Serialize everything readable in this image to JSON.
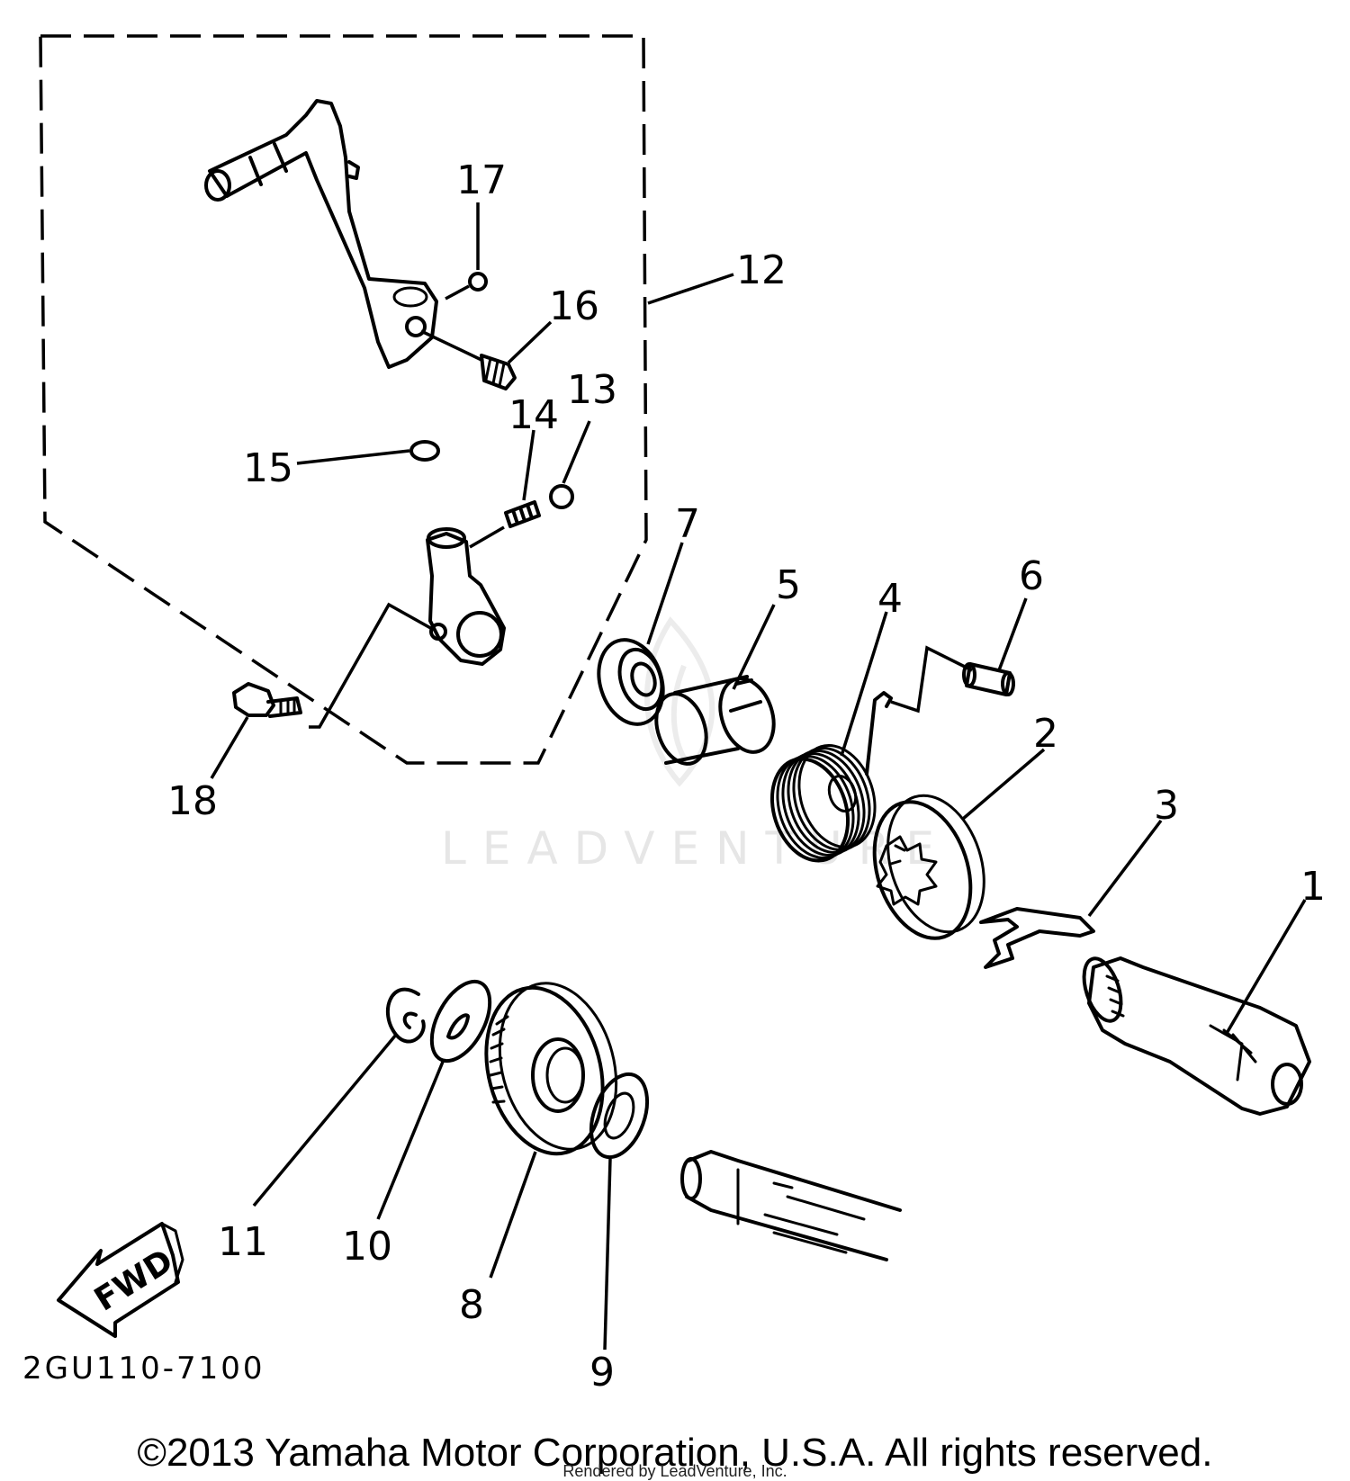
{
  "diagram": {
    "labels": {
      "p1": "1",
      "p2": "2",
      "p3": "3",
      "p4": "4",
      "p5": "5",
      "p6": "6",
      "p7": "7",
      "p8": "8",
      "p9": "9",
      "p10": "10",
      "p11": "11",
      "p12": "12",
      "p13": "13",
      "p14": "14",
      "p15": "15",
      "p16": "16",
      "p17": "17",
      "p18": "18"
    },
    "fwd_label": "FWD",
    "diagram_code": "2GU110-7100",
    "watermark": "LEADVENTURE"
  },
  "footer": {
    "copyright": "©2013 Yamaha Motor Corporation, U.S.A. All rights reserved.",
    "rendered_by": "Rendered by LeadVenture, Inc."
  }
}
